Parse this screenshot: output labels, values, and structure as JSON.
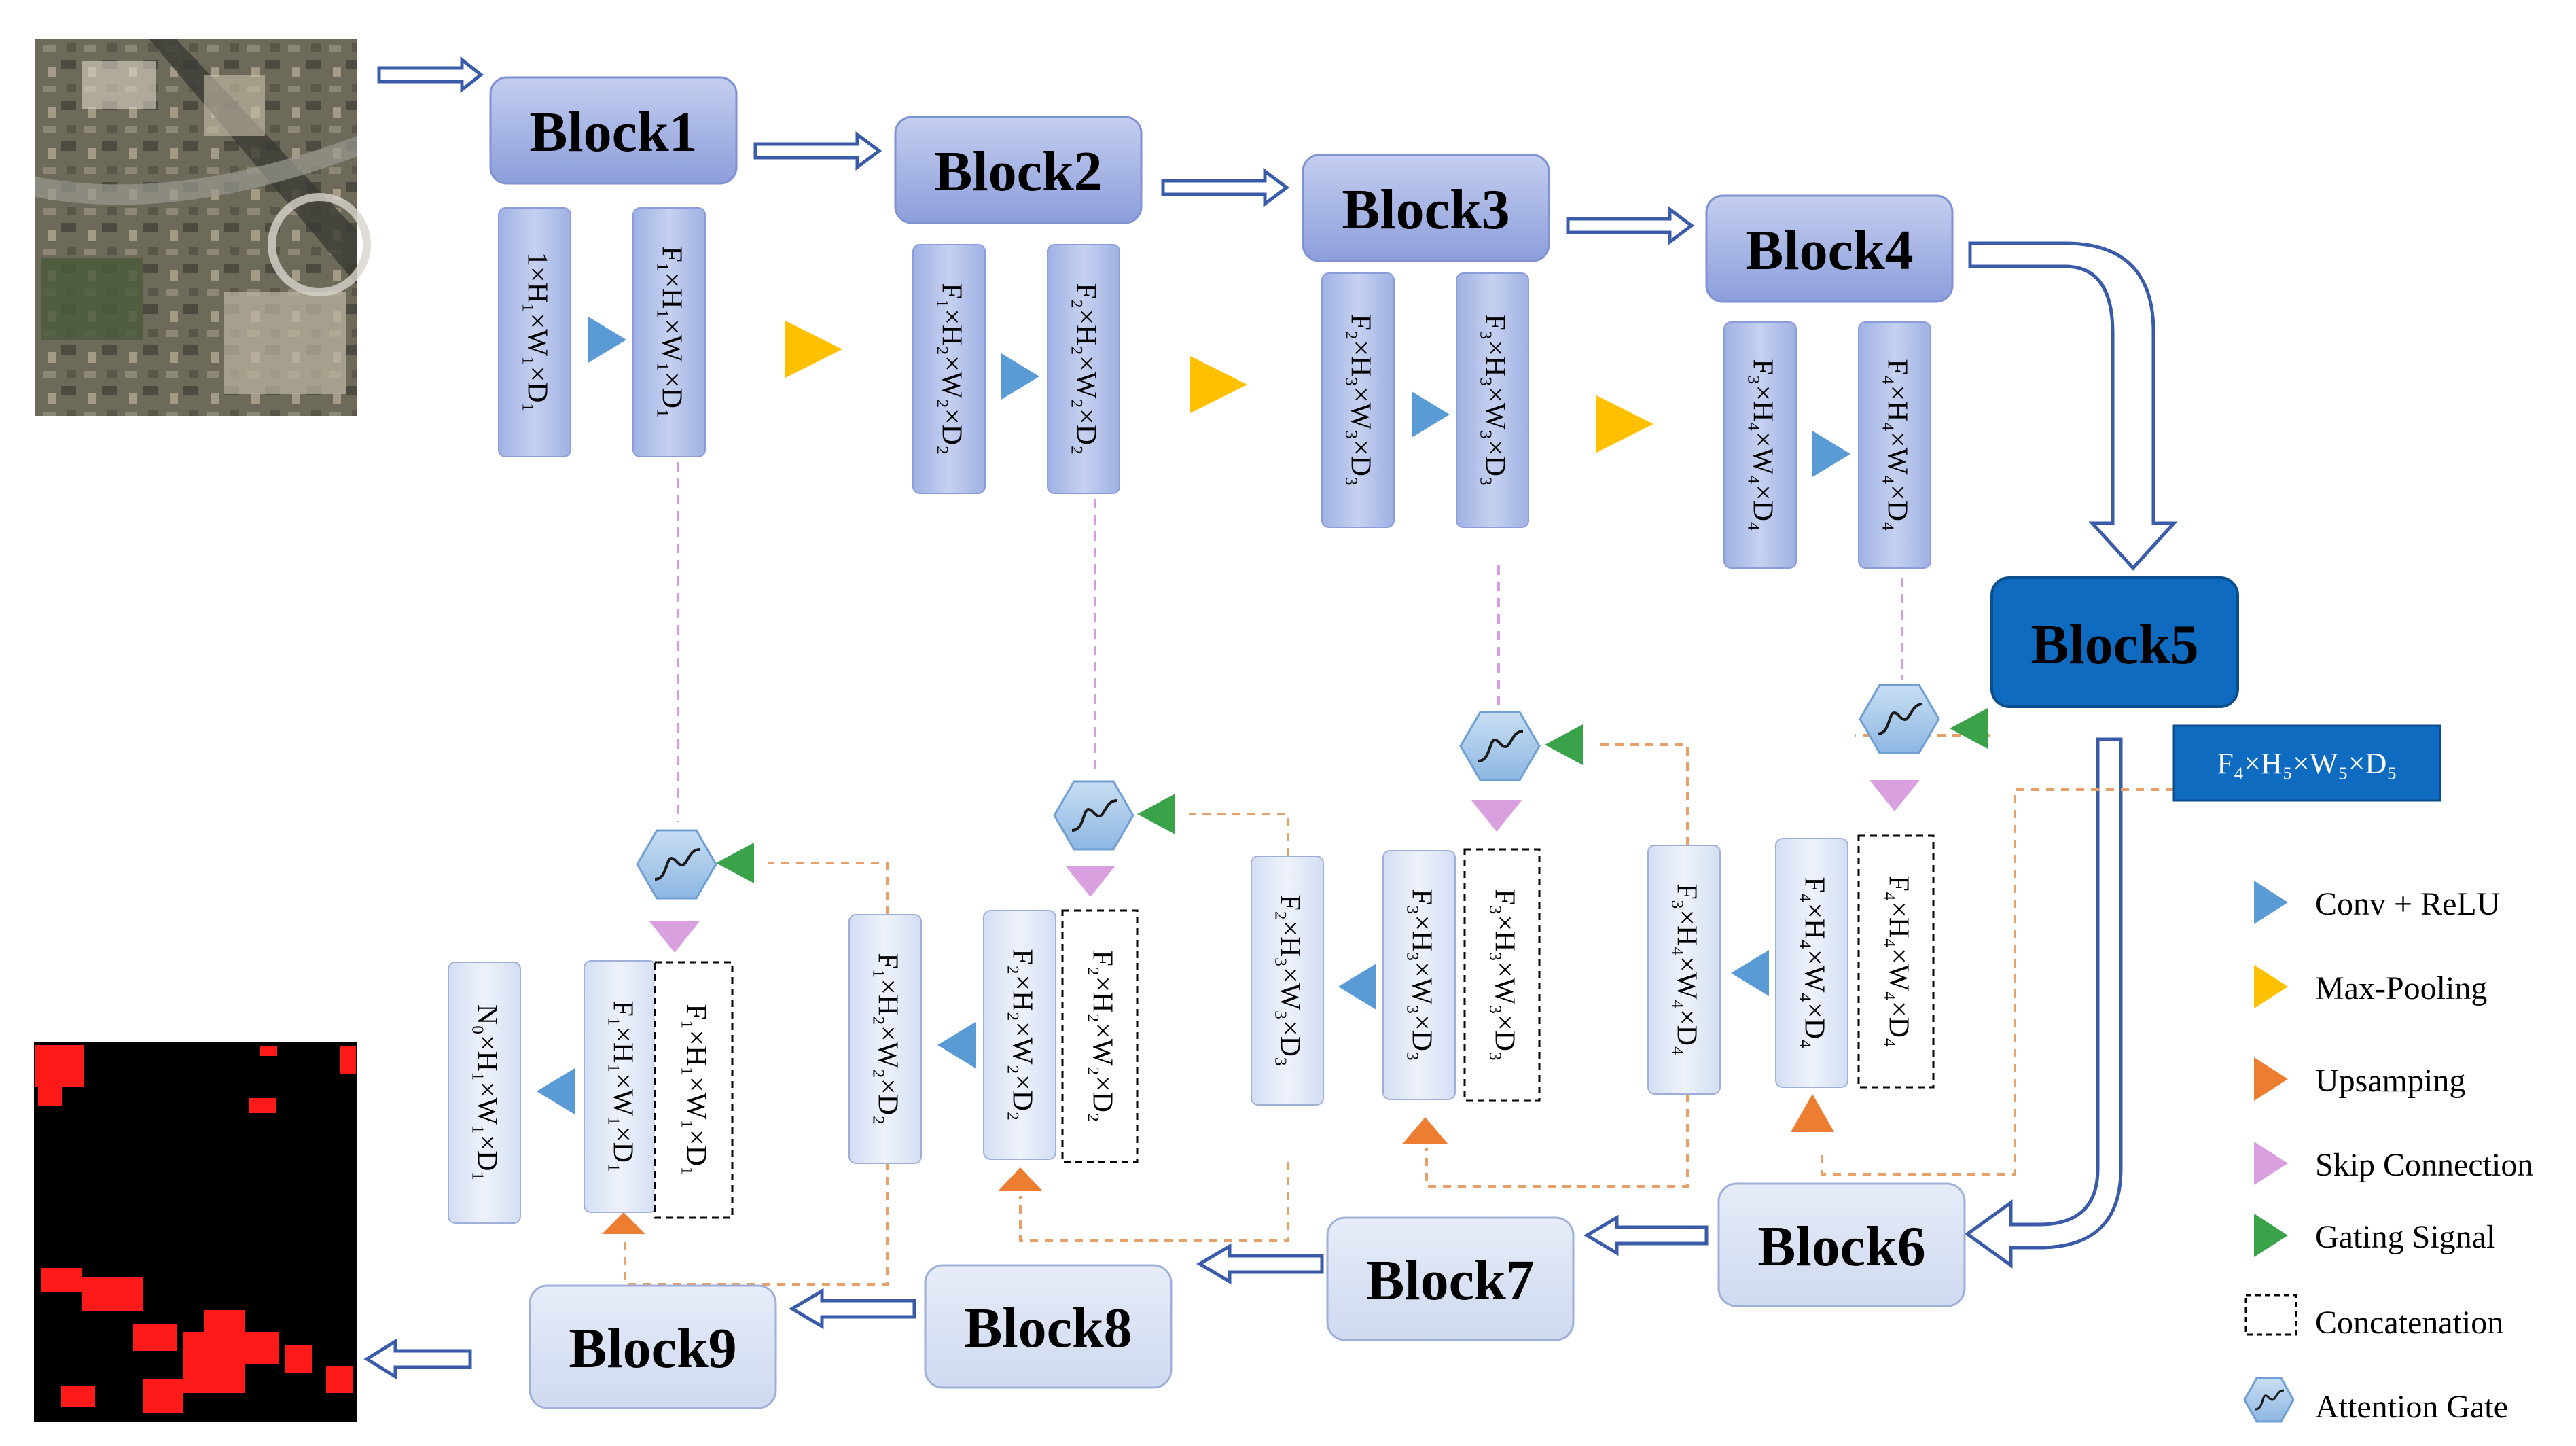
{
  "blocks": {
    "block1": "Block1",
    "block2": "Block2",
    "block3": "Block3",
    "block4": "Block4",
    "block5": "Block5",
    "block6": "Block6",
    "block7": "Block7",
    "block8": "Block8",
    "block9": "Block9"
  },
  "encoder_maps": {
    "e1a": "1×H₁×W₁×D₁",
    "e1b": "F₁×H₁×W₁×D₁",
    "e2a": "F₁×H₂×W₂×D₂",
    "e2b": "F₂×H₂×W₂×D₂",
    "e3a": "F₂×H₃×W₃×D₃",
    "e3b": "F₃×H₃×W₃×D₃",
    "e4a": "F₃×H₄×W₄×D₄",
    "e4b": "F₄×H₄×W₄×D₄"
  },
  "bottleneck_map": "F₄×H₅×W₅×D₅",
  "decoder_maps": {
    "d4a": "F₃×H₄×W₄×D₄",
    "d4b": "F₄×H₄×W₄×D₄",
    "d4c": "F₄×H₄×W₄×D₄",
    "d3a": "F₂×H₃×W₃×D₃",
    "d3b": "F₃×H₃×W₃×D₃",
    "d3c": "F₃×H₃×W₃×D₃",
    "d2a": "F₁×H₂×W₂×D₂",
    "d2b": "F₂×H₂×W₂×D₂",
    "d2c": "F₂×H₂×W₂×D₂",
    "d1a": "N₀×H₁×W₁×D₁",
    "d1b": "F₁×H₁×W₁×D₁",
    "d1c": "F₁×H₁×W₁×D₁"
  },
  "legend": [
    {
      "label": "Conv + ReLU",
      "icon": "blue-triangle-icon",
      "color": "#5b9bd5"
    },
    {
      "label": "Max-Pooling",
      "icon": "yellow-triangle-icon",
      "color": "#ffc000"
    },
    {
      "label": "Upsamping",
      "icon": "orange-triangle-icon",
      "color": "#ed7d31"
    },
    {
      "label": "Skip Connection",
      "icon": "pink-triangle-icon",
      "color": "#d9a0e0"
    },
    {
      "label": "Gating Signal",
      "icon": "green-triangle-icon",
      "color": "#3aa34a"
    },
    {
      "label": "Concatenation",
      "icon": "dashed-box-icon",
      "color": "#000000"
    },
    {
      "label": "Attention Gate",
      "icon": "attention-gate-icon",
      "color": "#9dc3e6"
    }
  ],
  "colors": {
    "block_fill": "#9fb0e2",
    "block5_fill": "#0f6bbf",
    "decoder_block_fill": "#d6e0f2",
    "feature_map_fill": "#b4c3ea",
    "bottleneck_fill": "#0f6bbf",
    "arrow": "#3a5ba8"
  }
}
